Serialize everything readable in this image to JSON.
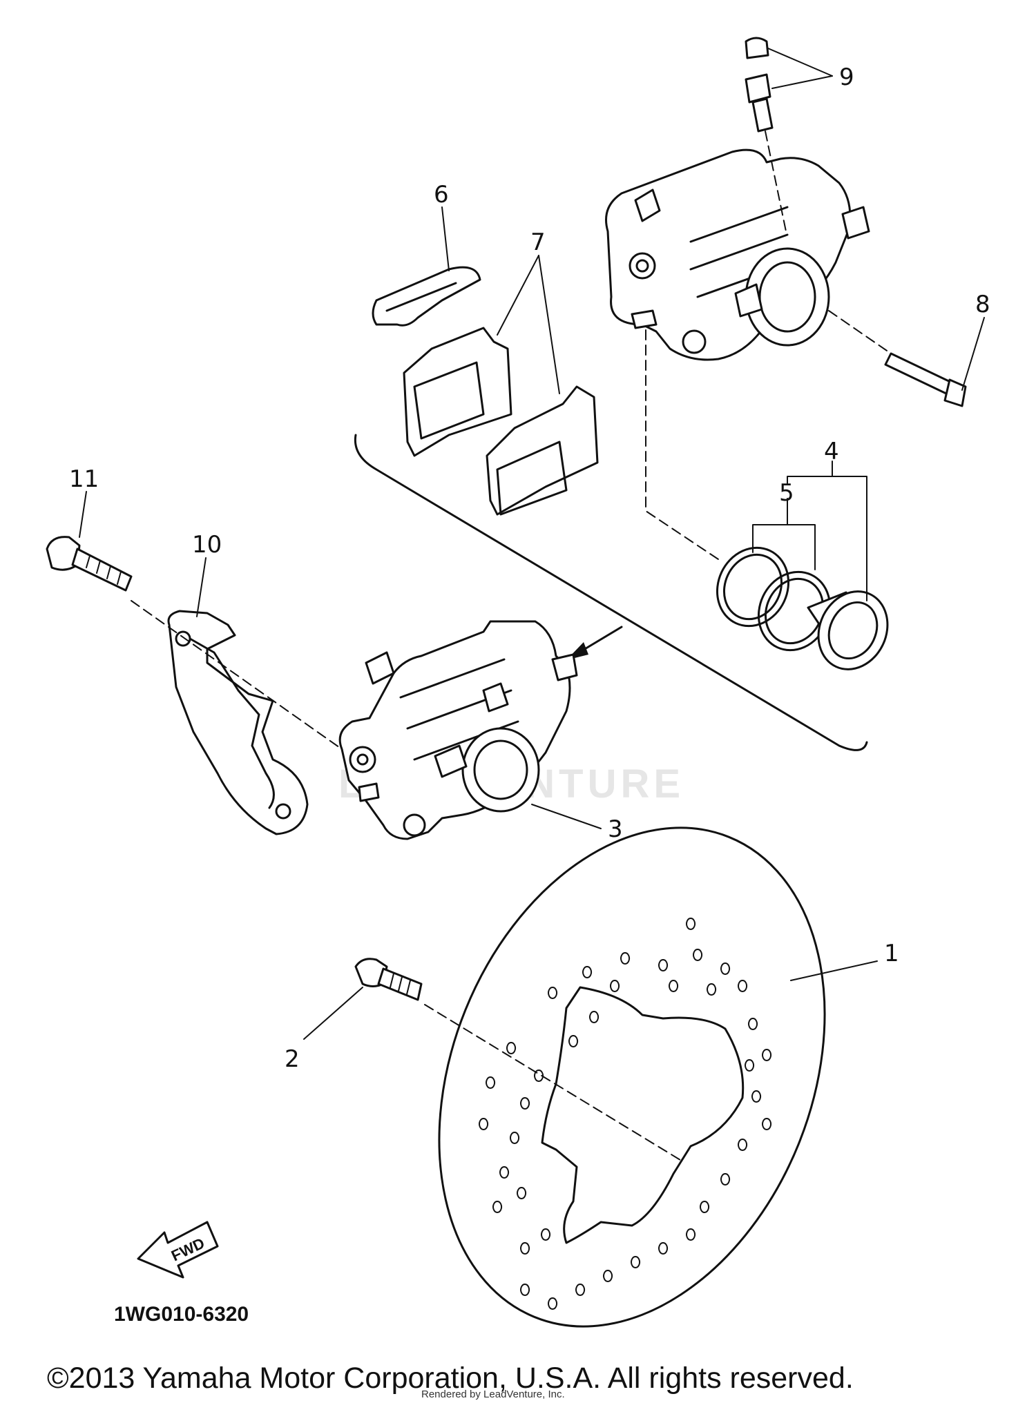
{
  "diagram": {
    "callouts": {
      "c1": "1",
      "c2": "2",
      "c3": "3",
      "c4": "4",
      "c5": "5",
      "c6": "6",
      "c7": "7",
      "c8": "8",
      "c9": "9",
      "c10": "10",
      "c11": "11"
    },
    "arrow_label": "FWD",
    "drawing_code": "1WG010-6320",
    "watermark": "LEADVENTURE",
    "rendered_by": "Rendered by LeadVenture, Inc.",
    "copyright": "©2013 Yamaha Motor Corporation, U.S.A. All rights reserved."
  }
}
